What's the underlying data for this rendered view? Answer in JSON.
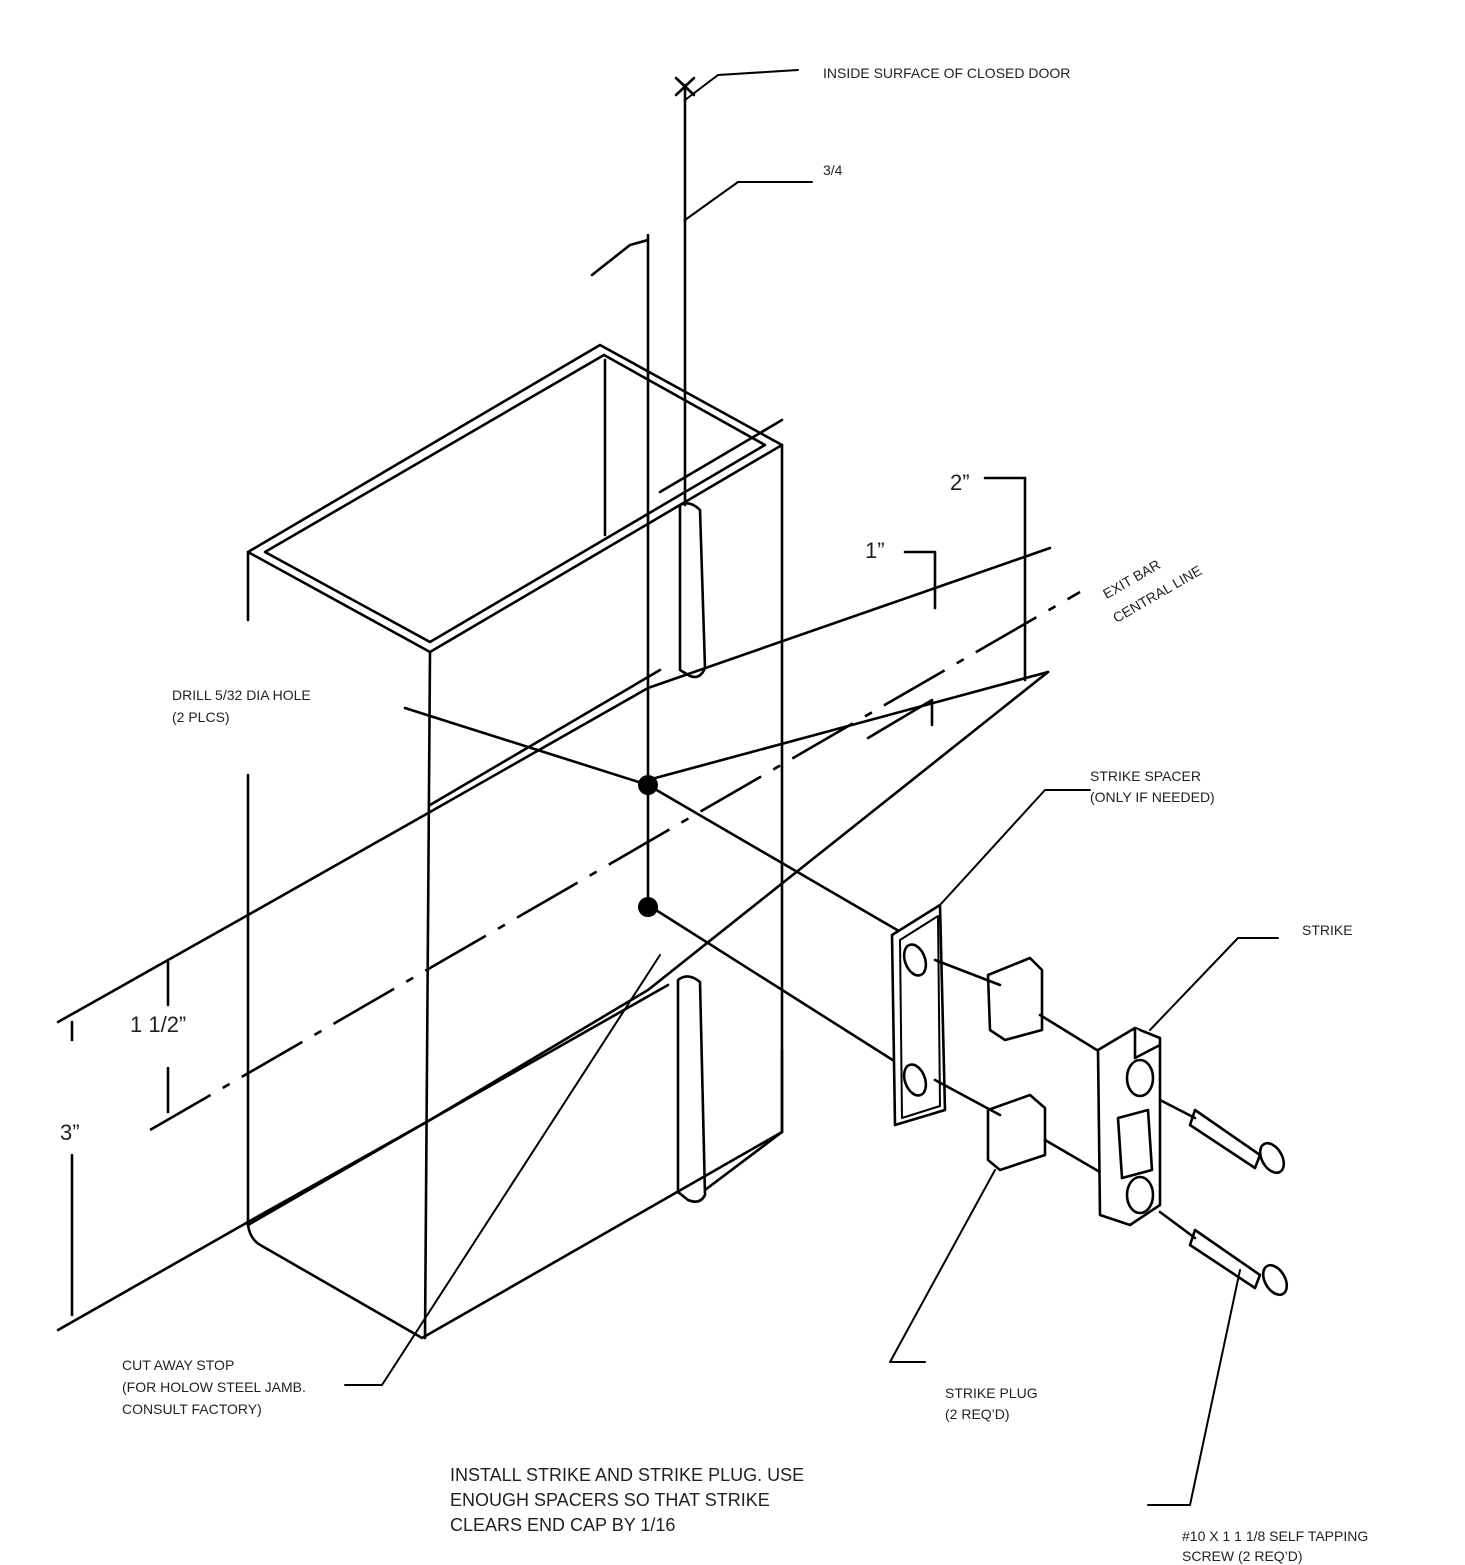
{
  "labels": {
    "inside_surface": "INSIDE SURFACE OF CLOSED DOOR",
    "three_quarter": "3/4",
    "two_inch": "2”",
    "one_inch": "1”",
    "exit_bar_line1": "EXIT BAR",
    "exit_bar_line2": "CENTRAL LINE",
    "drill_line1": "DRILL 5/32 DIA HOLE",
    "drill_line2": "(2 PLCS)",
    "strike_spacer_line1": "STRIKE SPACER",
    "strike_spacer_line2": "(ONLY IF NEEDED)",
    "strike": "STRIKE",
    "one_half": "1 1/2”",
    "three_inch": "3”",
    "cut_away_line1": "CUT AWAY STOP",
    "cut_away_line2": " (FOR HOLOW STEEL JAMB.",
    "cut_away_line3": "CONSULT FACTORY)",
    "strike_plug_line1": "STRIKE PLUG",
    "strike_plug_line2": "(2 REQ’D)",
    "screw_line1": "#10 X 1 1 1/8 SELF TAPPING",
    "screw_line2": "SCREW (2 REQ’D)"
  },
  "instructions": {
    "line1": "INSTALL STRIKE AND STRIKE PLUG. USE",
    "line2": "ENOUGH SPACERS SO THAT STRIKE",
    "line3": "CLEARS END CAP BY 1/16"
  }
}
